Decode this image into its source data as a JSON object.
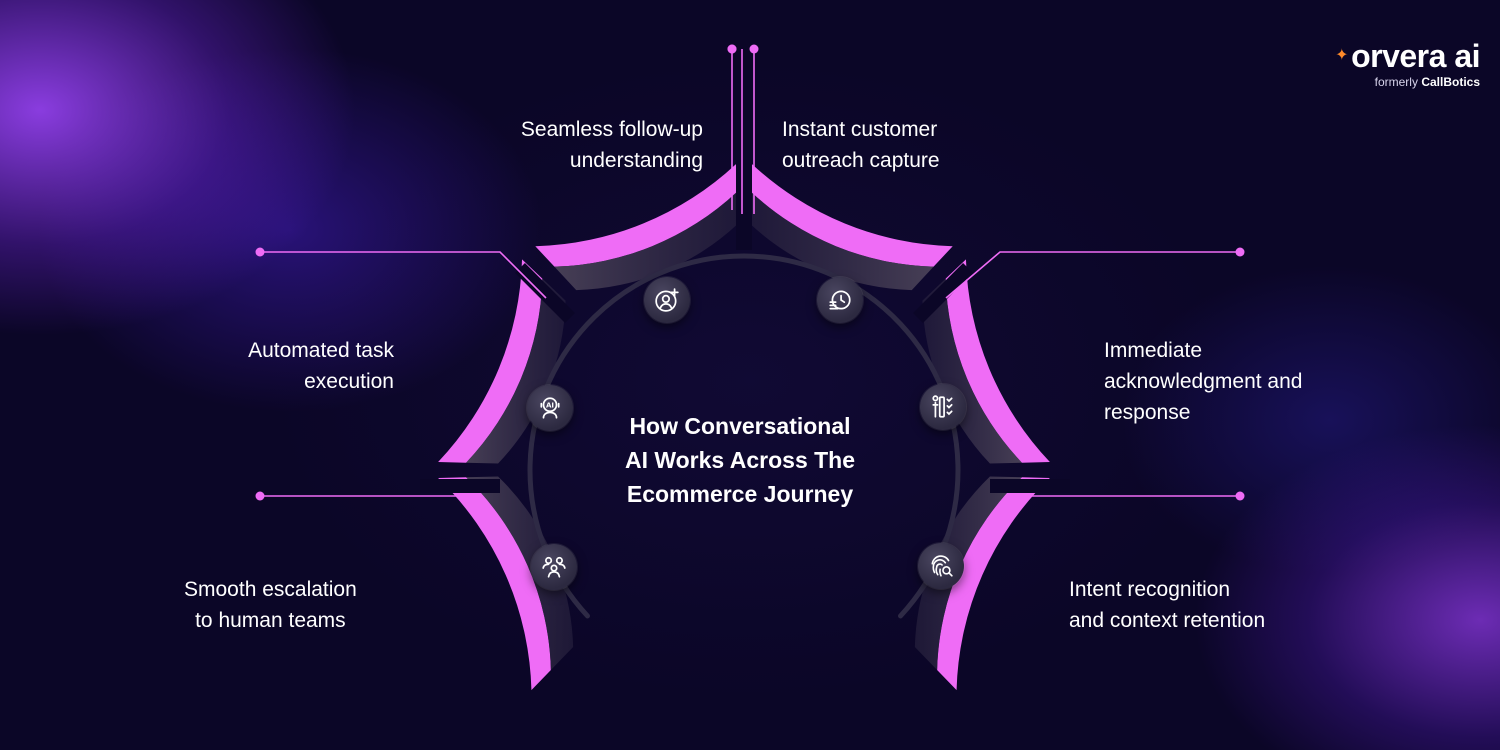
{
  "title": "How Conversational AI Works Across The Ecommerce Journey",
  "title_lines": [
    "How Conversational",
    "AI Works Across The",
    "Ecommerce Journey"
  ],
  "brand": {
    "logo_text": "orvera ai",
    "prefix": "formerly",
    "former_name": "CallBotics"
  },
  "steps": [
    {
      "id": "top-left",
      "lines": [
        "Seamless follow-up",
        "understanding"
      ],
      "icon": "user-add-icon"
    },
    {
      "id": "top-right",
      "lines": [
        "Instant customer",
        "outreach capture"
      ],
      "icon": "clock-list-icon"
    },
    {
      "id": "mid-left",
      "lines": [
        "Automated task",
        "execution"
      ],
      "icon": "ai-robot-icon"
    },
    {
      "id": "mid-right",
      "lines": [
        "Immediate",
        "acknowledgment and",
        "response"
      ],
      "icon": "person-checklist-icon"
    },
    {
      "id": "bottom-left",
      "lines": [
        "Smooth escalation",
        "to human teams"
      ],
      "icon": "team-icon"
    },
    {
      "id": "bottom-right",
      "lines": [
        "Intent recognition",
        "and context retention"
      ],
      "icon": "fingerprint-search-icon"
    }
  ],
  "colors": {
    "accent": "#ef6cf6",
    "background": "#0b0627",
    "brand_spark": "#ff8a2a",
    "text": "#ffffff"
  }
}
